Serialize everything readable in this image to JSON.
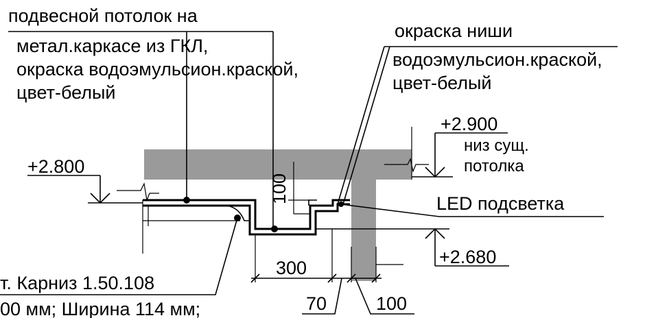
{
  "labels": {
    "ceiling_note_1": "подвесной потолок на",
    "ceiling_note_2": "метал.каркасе из ГКЛ,",
    "ceiling_note_3": "окраска водоэмульсион.краской,",
    "ceiling_note_4": "цвет-белый",
    "niche_note_1": "окраска ниши",
    "niche_note_2": "водоэмульсион.краской,",
    "niche_note_3": "цвет-белый",
    "level_2900": "+2.900",
    "level_2900_note_1": "низ сущ.",
    "level_2900_note_2": "потолка",
    "level_2800": "+2.800",
    "level_2680": "+2.680",
    "led_note": "LED подсветка",
    "cornice_note_1": "т. Карниз 1.50.108",
    "cornice_note_2": "00 мм; Ширина  114 мм;"
  },
  "dimensions": {
    "dim_300": "300",
    "dim_70": "70",
    "dim_100_bottom": "100",
    "dim_100_vertical": "100"
  },
  "colors": {
    "slab_fill": "#9a9a9a",
    "wall_fill": "#9a9a9a",
    "ink": "#000000"
  }
}
